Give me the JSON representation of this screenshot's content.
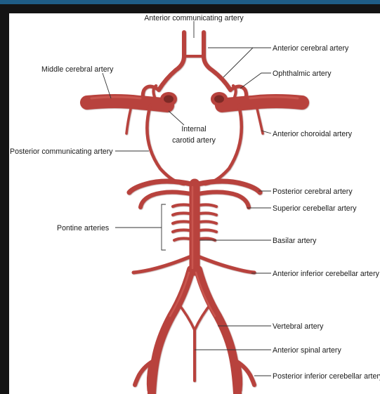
{
  "colors": {
    "artery": "#b8423c",
    "artery_highlight": "#d7675f",
    "artery_shadow": "#7d2a26",
    "leader_line": "#333333",
    "background": "#ffffff",
    "frame": "#141414",
    "frame_accent": "#1f5d86"
  },
  "labels": {
    "anterior_communicating": "Anterior communicating artery",
    "anterior_cerebral": "Anterior cerebral artery",
    "middle_cerebral": "Middle cerebral artery",
    "ophthalmic": "Ophthalmic artery",
    "internal_carotid_line1": "Internal",
    "internal_carotid_line2": "carotid artery",
    "anterior_choroidal": "Anterior choroidal artery",
    "posterior_communicating": "Posterior communicating artery",
    "posterior_cerebral": "Posterior cerebral artery",
    "superior_cerebellar": "Superior cerebellar artery",
    "pontine": "Pontine arteries",
    "basilar": "Basilar artery",
    "anterior_inferior_cerebellar": "Anterior inferior cerebellar artery",
    "vertebral": "Vertebral artery",
    "anterior_spinal": "Anterior spinal artery",
    "posterior_inferior_cerebellar": "Posterior inferior cerebellar artery"
  }
}
